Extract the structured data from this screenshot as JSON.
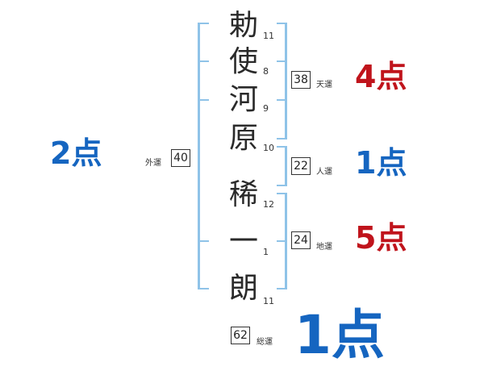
{
  "name_chars": [
    {
      "char": "勅",
      "strokes": "11"
    },
    {
      "char": "使",
      "strokes": "8"
    },
    {
      "char": "河",
      "strokes": "9"
    },
    {
      "char": "原",
      "strokes": "10"
    },
    {
      "char": "稀",
      "strokes": "12"
    },
    {
      "char": "一",
      "strokes": "1"
    },
    {
      "char": "朗",
      "strokes": "11"
    }
  ],
  "fortunes": {
    "tenkaku": {
      "label": "天運",
      "value": "38",
      "score": "4点",
      "color": "#c0141c"
    },
    "jinkaku": {
      "label": "人運",
      "value": "22",
      "score": "1点",
      "color": "#1565c0"
    },
    "chikaku": {
      "label": "地運",
      "value": "24",
      "score": "5点",
      "color": "#c0141c"
    },
    "gaikaku": {
      "label": "外運",
      "value": "40",
      "score": "2点",
      "color": "#1565c0"
    },
    "soukaku": {
      "label": "総運",
      "value": "62",
      "score": "1点",
      "color": "#1565c0"
    }
  }
}
